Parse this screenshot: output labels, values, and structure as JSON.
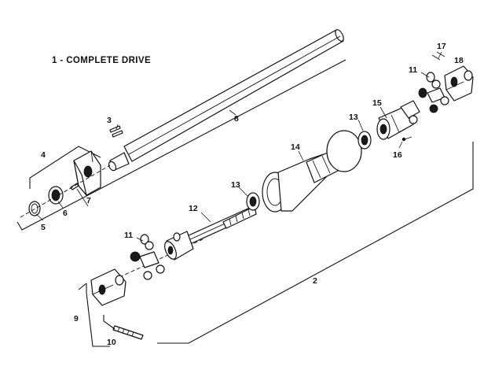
{
  "title": "1 - COMPLETE DRIVE",
  "callouts": {
    "c2": "2",
    "c3": "3",
    "c4": "4",
    "c5": "5",
    "c6": "6",
    "c7": "7",
    "c8": "8",
    "c9": "9",
    "c10": "10",
    "c11a": "11",
    "c11b": "11",
    "c12": "12",
    "c13a": "13",
    "c13b": "13",
    "c14": "14",
    "c15": "15",
    "c16": "16",
    "c17": "17",
    "c18": "18"
  }
}
